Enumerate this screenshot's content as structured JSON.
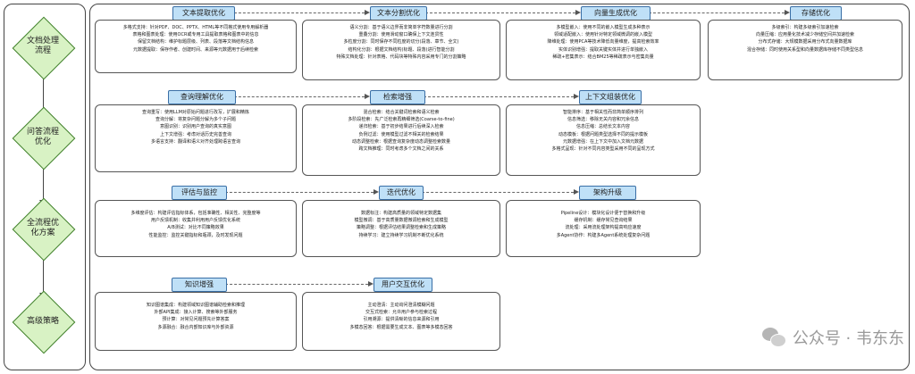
{
  "stages": [
    {
      "label": "文档处理\n流程"
    },
    {
      "label": "问答流程\n优化"
    },
    {
      "label": "全流程优\n化方案"
    },
    {
      "label": "高级策略"
    }
  ],
  "sections": [
    {
      "title": "文本提取优化",
      "lines": [
        "多格式支持：针对PDF、DOC、PPTX、HTML等不同格式使用专用解析器",
        "表格和图表处理：使用OCR或专用工具提取表格和图表中的信息",
        "保留文档结构：维护标题层级、列表、段落等文档结构信息",
        "元数据提取：保存作者、创建时间、来源等元数据用于后续检索"
      ]
    },
    {
      "title": "文本分割优化",
      "lines": [
        "语义分割：基于语义边界而非简单字符数量进行分割",
        "重叠分割：使用滑动窗口确保上下文连贯性",
        "多粒度分割：同时保存不同粒度的切分(段落、章节、全文)",
        "结构化分割：根据文档结构(标题、段落)进行智能分割",
        "特殊文档处理：针对表格、代码块等特殊内容采用专门的分割策略"
      ]
    },
    {
      "title": "向量生成优化",
      "lines": [
        "多模型嵌入：使用不同的嵌入模型生成多种表示",
        "领域适配嵌入：使用针对特定领域微调的嵌入模型",
        "降维处理：使用PCA等技术降低向量维度，提高检索效率",
        "实体识别增强：提取关键实体并进行单独嵌入",
        "稀疏+密集表示：结合BM25等稀疏表示与密集向量"
      ]
    },
    {
      "title": "存储优化",
      "lines": [
        "多级索引：构建多级索引加速检索",
        "向量压缩：应用量化技术减少存储空间并加速检索",
        "分布式存储：大规模数据采用分布式向量数据库",
        "混合存储：同时使用关系型和向量数据库存储不同类型信息"
      ]
    },
    {
      "title": "查询理解优化",
      "lines": [
        "查询重写：使用LLM对原始问题进行改写，扩展和精炼",
        "查询分解：将复杂问题分解为多个子问题",
        "意图识别：识别用户查询的真实意图",
        "上下文增强：考虑对话历史完善查询",
        "多语言支持：翻译和语义对齐处理跨语言查询"
      ]
    },
    {
      "title": "检索增强",
      "lines": [
        "混合检索：结合关键词检索和语义检索",
        "多阶段检索：先广泛检索再精细筛选(Coarse-to-fine)",
        "递归检索：基于初步结果进行后续深入检索",
        "负例过滤：使用模型过滤不相关的检索结果",
        "动态调整检索：根据查询复杂度动态调整检索数量",
        "跨文档推理：同时考虑多个文档之间的关系"
      ]
    },
    {
      "title": "上下文组装优化",
      "lines": [
        "智能排序：基于相关性而非简单顺序排列",
        "信息筛选：移除无关内容和冗余信息",
        "信息压缩：总结长文本内容",
        "动态模板：根据问题类型选择不同的提示模板",
        "元数据增强：在上下文中加入文档元数据",
        "多格式呈现：针对不同内容类型采用不同的呈现方式"
      ]
    },
    {
      "title": "评估与监控",
      "lines": [
        "多维度评估：构建评估指标体系，包括准确性、相关性、完整度等",
        "用户反馈机制：收集并利用用户反馈优化系统",
        "A/B测试：对比不同策略效果",
        "性能监控：监控关键指标和瓶颈，及时发现问题"
      ]
    },
    {
      "title": "迭代优化",
      "lines": [
        "数据标注：构建高质量的领域特定数据集",
        "模型微调：基于高质量数据微调检索和生成模型",
        "策略调整：根据评估结果调整检索和生成策略",
        "持续学习：建立持续学习机制不断优化系统"
      ]
    },
    {
      "title": "架构升级",
      "lines": [
        "Pipeline设计：模块化设计便于替换和升级",
        "缓存机制：缓存常见查询结果",
        "流处理：采用流处理架构提高响应速度",
        "多Agent协作：构建多Agent系统处理复杂问题"
      ]
    },
    {
      "title": "知识增强",
      "lines": [
        "知识图谱集成：构建领域知识图谱辅助检索和推理",
        "外部API集成：接入计算、搜索等外部服务",
        "预计算：对常见问题预先计算答案",
        "多源融合：融合内部知识库与外部资源"
      ]
    },
    {
      "title": "用户交互优化",
      "lines": [
        "主动澄清：主动询问澄清模糊问题",
        "交互式检索：允许用户参与检索过程",
        "引用溯源：提供清晰的信息来源和引用",
        "多模态回答：根据需要生成文本、图表等多模态回答"
      ]
    }
  ],
  "watermark": {
    "text": "公众号 · 韦东东"
  },
  "colors": {
    "diamond_fill": "#d8f2c4",
    "diamond_border": "#3f7f2a",
    "title_fill": "#bfe0f7",
    "title_border": "#3a6fa6"
  }
}
